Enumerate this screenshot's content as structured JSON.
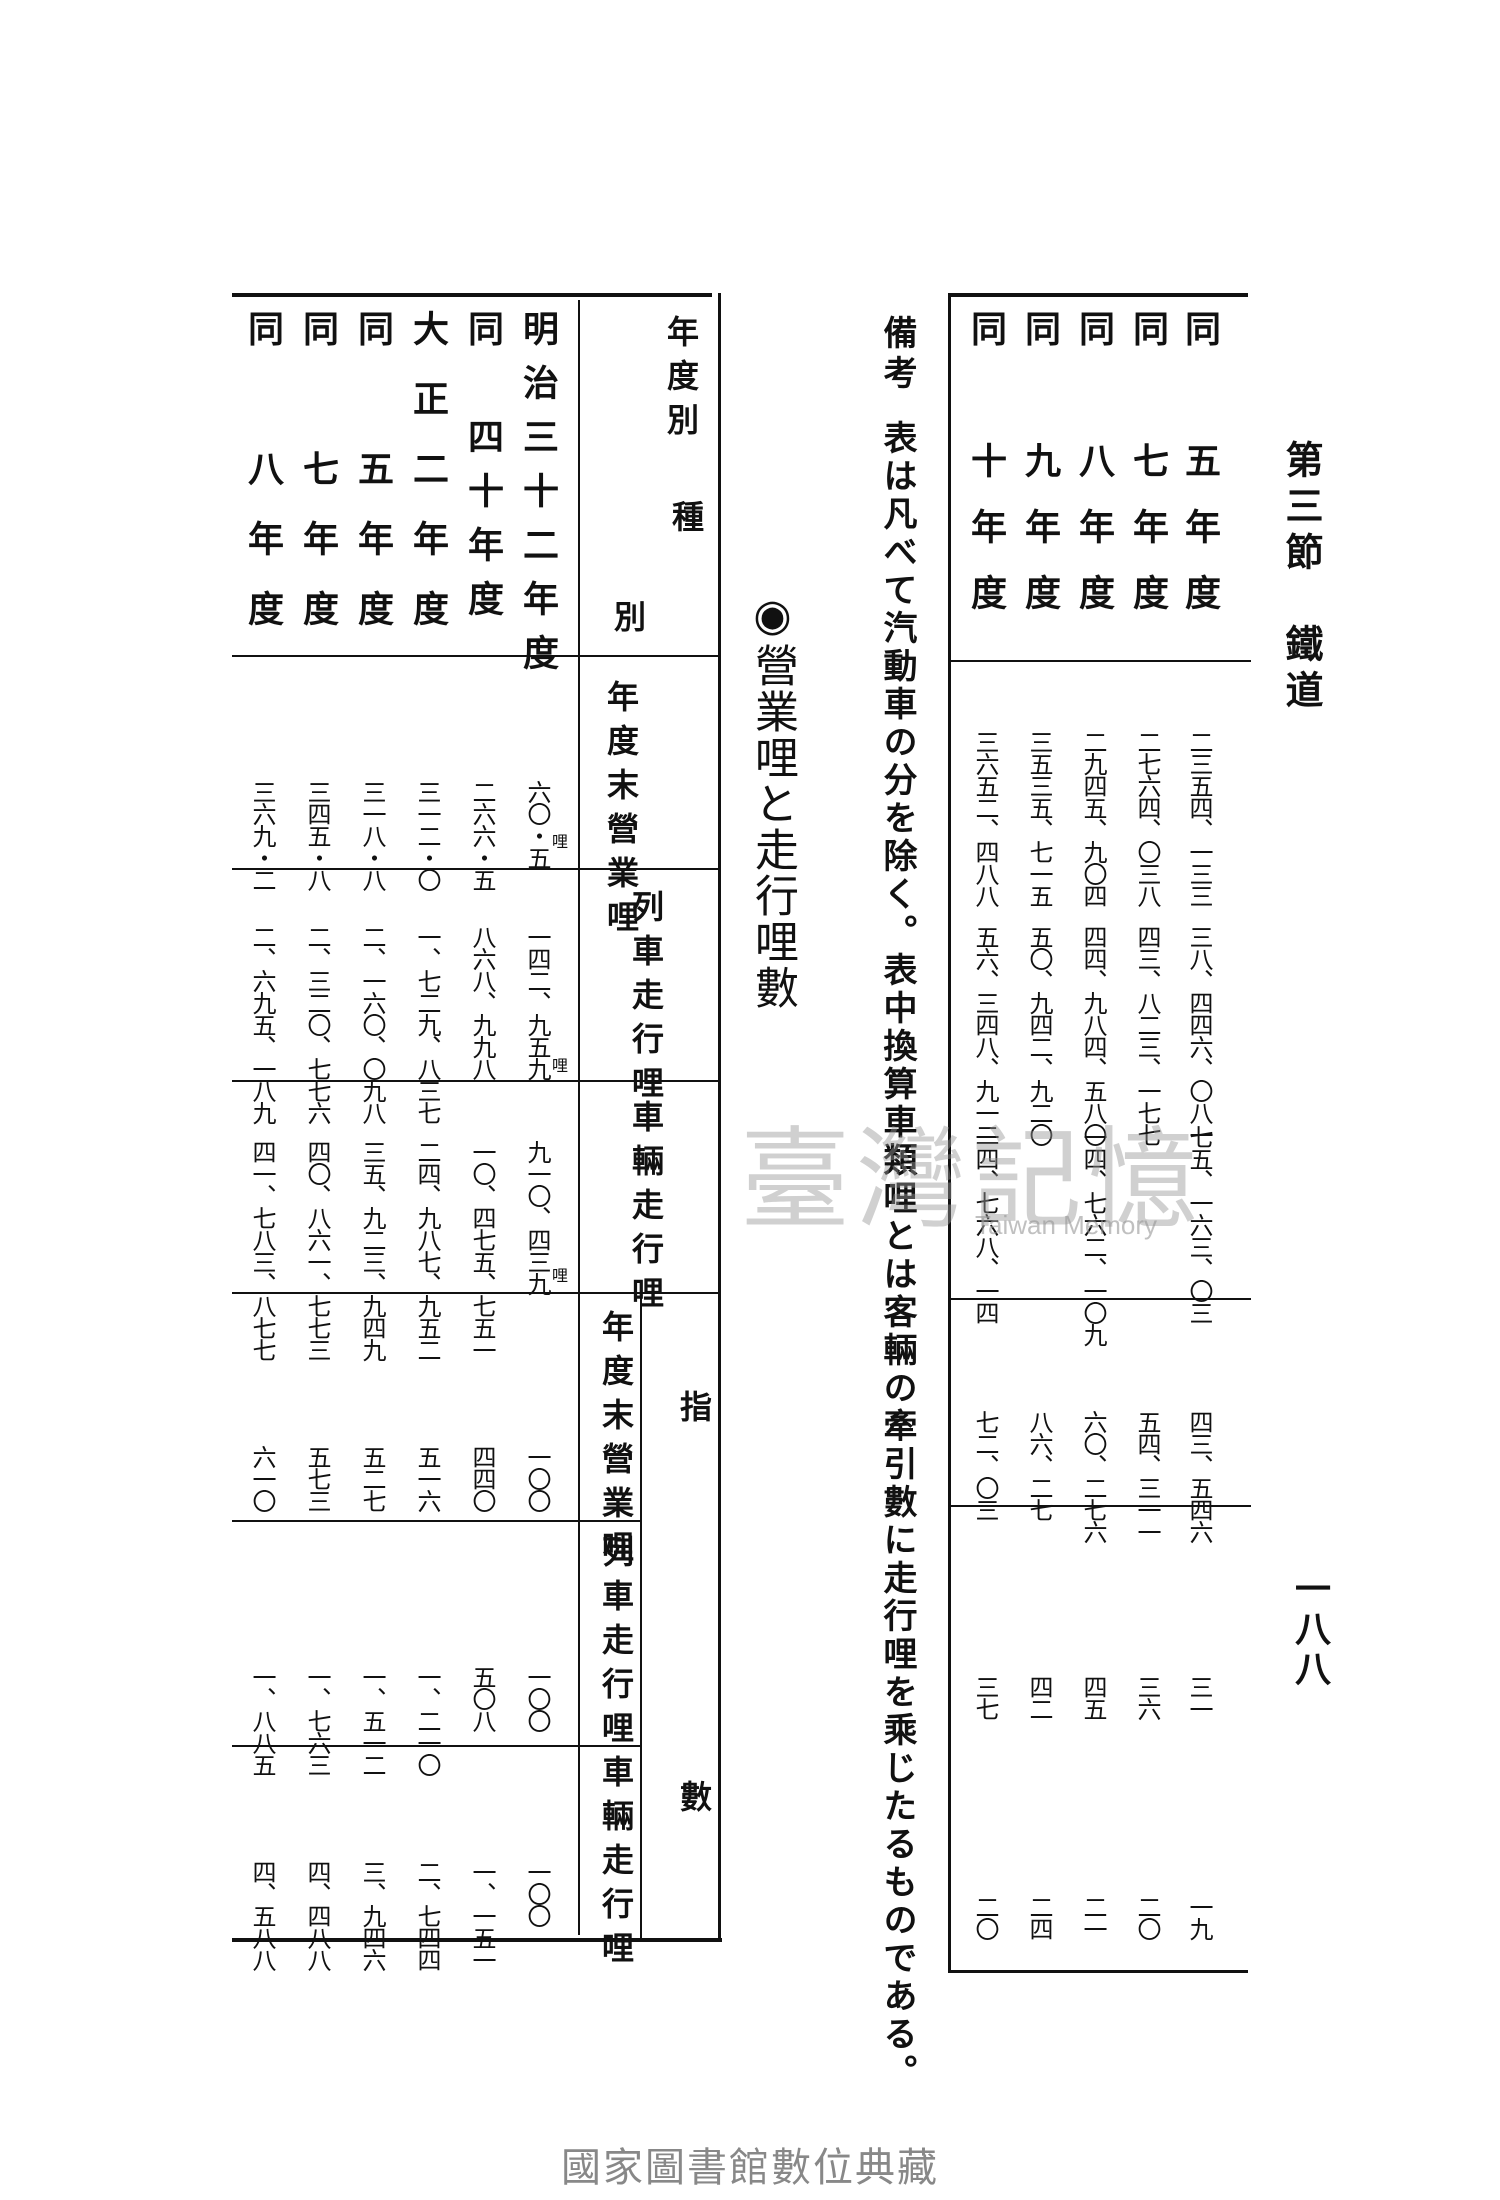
{
  "header": {
    "section": "第三節　鐵道",
    "page_number": "一八八"
  },
  "upper_table": {
    "years": [
      "同　五年度",
      "同　七年度",
      "同　八年度",
      "同　九年度",
      "同　十年度"
    ],
    "col1": [
      "二三五四、一三三",
      "二七六四、〇三八",
      "二九四五、九〇四",
      "三五三五、七一五",
      "三六五二、四八八"
    ],
    "col2": [
      "三八、四四六、〇八一",
      "四三、八二三、一七七",
      "四四、九八四、五八〇",
      "五〇、九四二、九二〇",
      "五六、三四八、九一二"
    ],
    "col3": [
      "七五、一六三、〇三",
      "",
      "一四、七六二、一〇九",
      "",
      "一四、七六八、一四"
    ],
    "col4": [
      "四三、五四六",
      "五四、三一一",
      "六〇、二七六",
      "八六、二七",
      "七二、〇三"
    ],
    "col5": [
      "三一",
      "三六",
      "四五",
      "四二",
      "三七"
    ],
    "col6": [
      "一九",
      "二〇",
      "二一",
      "二四",
      "二〇"
    ]
  },
  "note": {
    "label": "備考",
    "text": "表は凡べて汽動車の分を除く。表中換算車類哩とは客輛の牽引數に走行哩を乘じたるものである。"
  },
  "title": "◉營業哩と走行哩數",
  "lower_table": {
    "head": {
      "type": "種",
      "type2": "別",
      "year": "年度別",
      "op": "年度末營業哩",
      "train": "列車走行哩",
      "car": "車輛走行哩",
      "index": "指",
      "index2": "數",
      "idx_op": "年度末營業哩",
      "idx_train": "列車走行哩",
      "idx_car": "車輛走行哩"
    },
    "unit": "哩",
    "years": [
      "明治三十二年度",
      "同　四十年度",
      "大正二年度",
      "同　五年度",
      "同　七年度",
      "同　八年度"
    ],
    "op": [
      "六〇・五",
      "二六六・五",
      "三一二・〇",
      "三一八・八",
      "三四五・八",
      "三六九・二"
    ],
    "train": [
      "一四二、九五九",
      "八六八、九九八",
      "一、七二九、八三七",
      "二、一六〇、〇九八",
      "二、三二〇、七七六",
      "二、六九五、一八九"
    ],
    "car": [
      "九一〇、四三九",
      "一〇、四七五、七五一",
      "二四、九八七、九五二",
      "三五、九二三、九四九",
      "四〇、八六一、七七三",
      "四一、七八三、八七七"
    ],
    "idx_op": [
      "一〇〇",
      "四四〇",
      "五一六",
      "五二七",
      "五七三",
      "六一〇"
    ],
    "idx_train": [
      "一〇〇",
      "五〇八",
      "一、二一〇",
      "一、五一二",
      "一、七六三",
      "一、八八五"
    ],
    "idx_car": [
      "一〇〇",
      "一、一五一",
      "二、七四四",
      "三、九四六",
      "四、四八八",
      "四、五八八"
    ]
  },
  "watermark": {
    "text": "臺灣記憶",
    "sub": "Taiwan Memory"
  },
  "footer": "國家圖書館數位典藏"
}
